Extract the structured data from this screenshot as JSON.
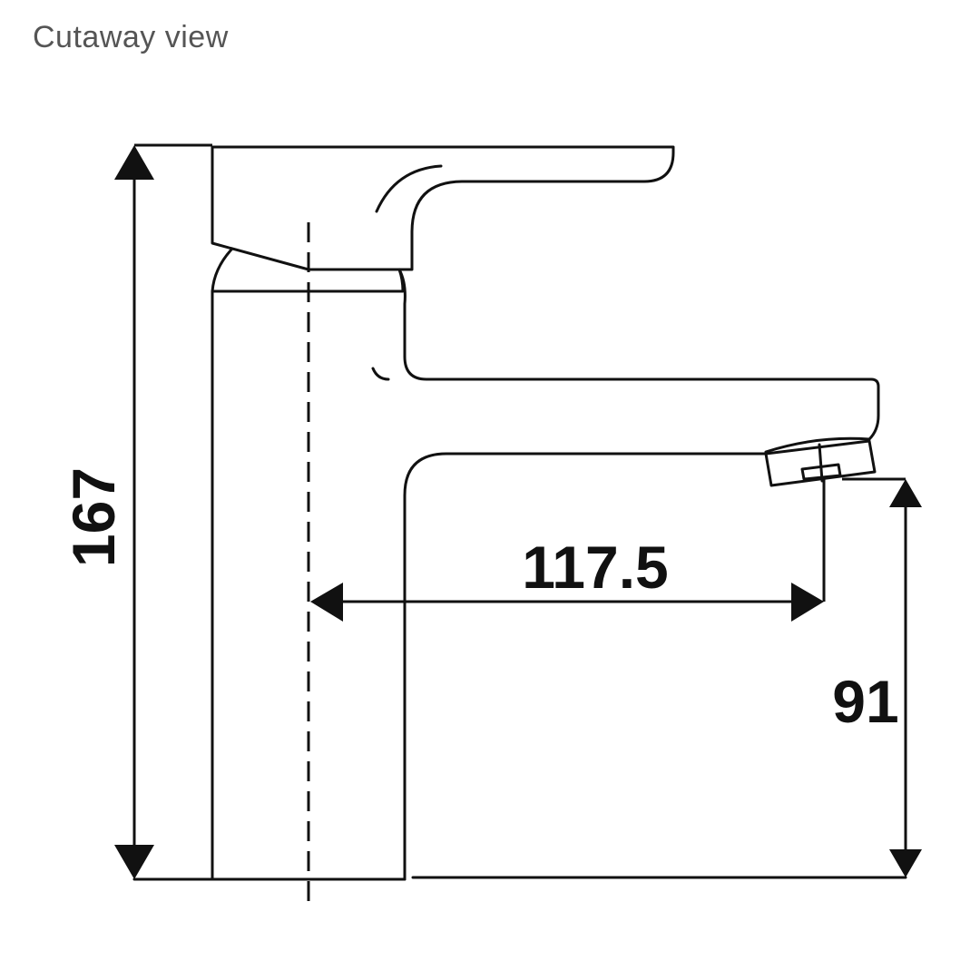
{
  "title": "Cutaway view",
  "dimensions": {
    "height_total": "167",
    "spout_reach": "117.5",
    "spout_height": "91"
  },
  "colors": {
    "line": "#111111",
    "title": "#555555",
    "background": "#ffffff"
  }
}
